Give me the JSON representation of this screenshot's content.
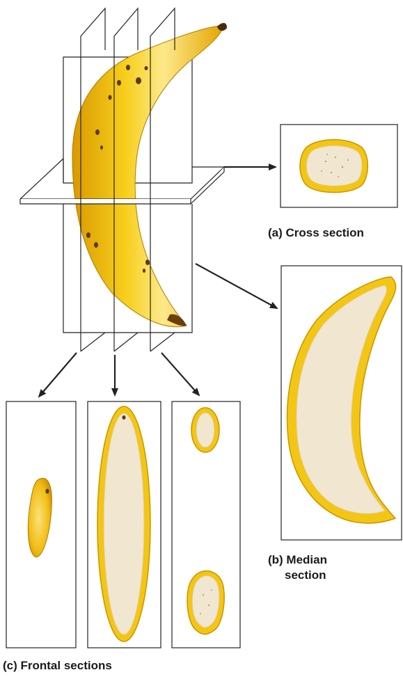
{
  "labels": {
    "cross_section": "(a) Cross section",
    "median_section_line1": "(b) Median",
    "median_section_line2": "section",
    "frontal_sections": "(c) Frontal sections"
  },
  "colors": {
    "peel_yellow": "#f4c20d",
    "peel_light": "#fbe67a",
    "peel_dark": "#c98a00",
    "flesh": "#f1e6cf",
    "spot": "#5a3a12",
    "line": "#222222"
  },
  "icons": {
    "banana": "banana-illustration",
    "arrow": "arrow-icon"
  }
}
